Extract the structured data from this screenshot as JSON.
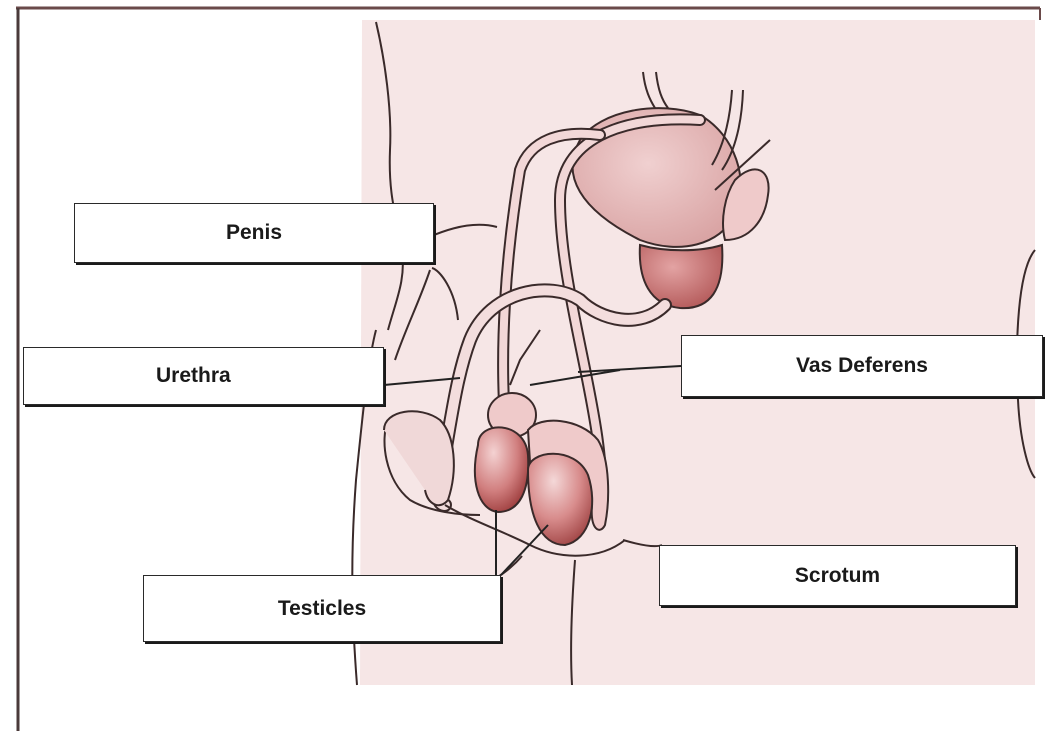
{
  "labels": {
    "penis": "Penis",
    "urethra": "Urethra",
    "vas_deferens": "Vas Deferens",
    "testicles": "Testicles",
    "scrotum": "Scrotum"
  },
  "colors": {
    "skin": "#f6e6e6",
    "outline": "#3a2a2a",
    "organ_light": "#ecc3c3",
    "organ_mid": "#d89090",
    "organ_dark": "#a84848",
    "leader_line": "#222222"
  }
}
